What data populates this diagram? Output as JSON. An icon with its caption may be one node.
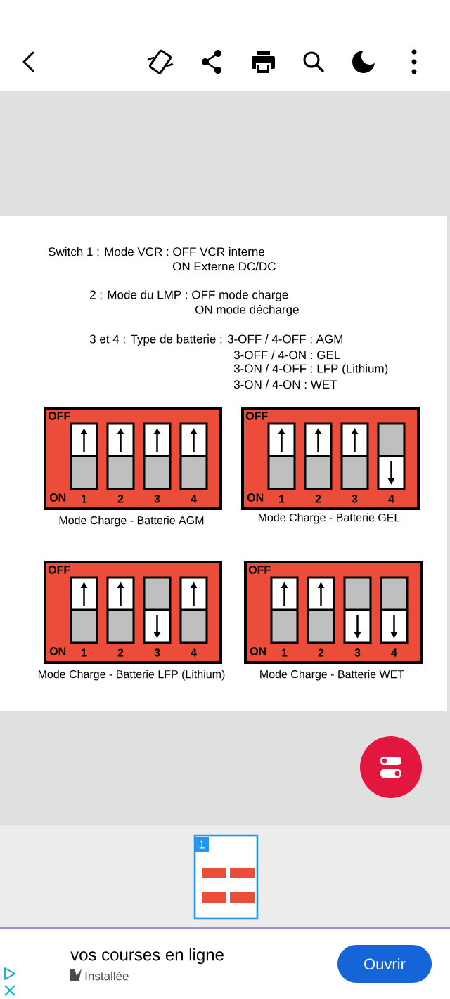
{
  "diagram": {
    "nodes": [
      {
        "text": [
          "OFF",
          "ON",
          "1",
          "2",
          "3",
          "4"
        ],
        "beside": [
          "Mode Charge - Batterie AGM"
        ]
      },
      {
        "text": [
          "OFF",
          "ON",
          "1",
          "2",
          "3",
          "4"
        ],
        "beside": [
          "Mode Charge - Batterie GEL"
        ]
      },
      {
        "text": [
          "OFF",
          "ON",
          "1",
          "2",
          "3",
          "4"
        ],
        "beside": [
          "Mode Charge - Batterie LFP (Lithium)"
        ]
      },
      {
        "text": [
          "OFF",
          "ON",
          "1",
          "2",
          "3",
          "4"
        ],
        "beside": [
          "Mode Charge - Batterie WET"
        ]
      }
    ],
    "labels": [
      "Switch 1 : Mode VCR : OFF VCR interne",
      "ON Externe DC/DC",
      "2 : Mode du LMP : OFF mode charge",
      "ON mode décharge",
      "3 et 4 : Type de batterie : 3-OFF / 4-OFF : AGM",
      "3-OFF / 4-ON : GEL",
      "3-ON / 4-OFF : LFP (Lithium)",
      "3-ON / 4-ON : WET",
      "1",
      "vos courses en ligne",
      "Installée",
      "Ouvrir"
    ]
  }
}
